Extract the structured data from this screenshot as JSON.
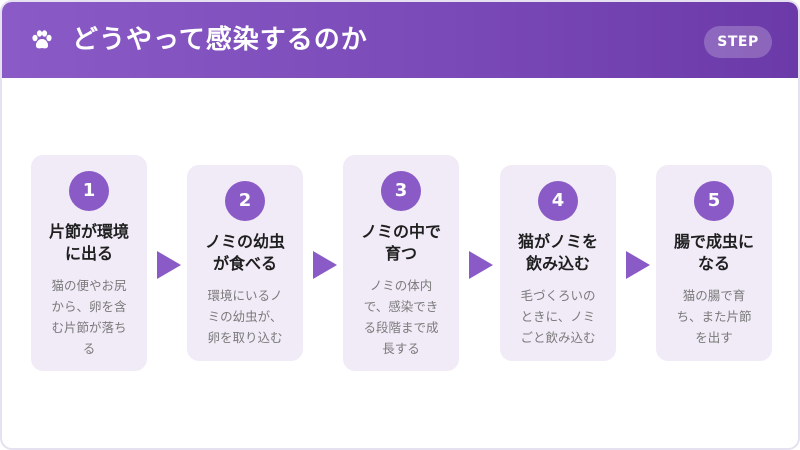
{
  "header": {
    "title": "どうやって感染するのか",
    "badge": "STEP",
    "icon": "paw-icon",
    "gradient_start": "#8a5ac6",
    "gradient_end": "#6b3aa8"
  },
  "steps": [
    {
      "number": "1",
      "title": "片節が環境\nに出る",
      "desc": "猫の便やお尻\nから、卵を含\nむ片節が落ち\nる"
    },
    {
      "number": "2",
      "title": "ノミの幼虫\nが食べる",
      "desc": "環境にいるノ\nミの幼虫が、\n卵を取り込む"
    },
    {
      "number": "3",
      "title": "ノミの中で\n育つ",
      "desc": "ノミの体内\nで、感染でき\nる段階まで成\n長する"
    },
    {
      "number": "4",
      "title": "猫がノミを\n飲み込む",
      "desc": "毛づくろいの\nときに、ノミ\nごと飲み込む"
    },
    {
      "number": "5",
      "title": "腸で成虫に\nなる",
      "desc": "猫の腸で育\nち、また片節\nを出す"
    }
  ],
  "colors": {
    "accent": "#8a5ac6",
    "card_bg": "#f1ebf8",
    "desc_text": "#7a7a7a"
  }
}
